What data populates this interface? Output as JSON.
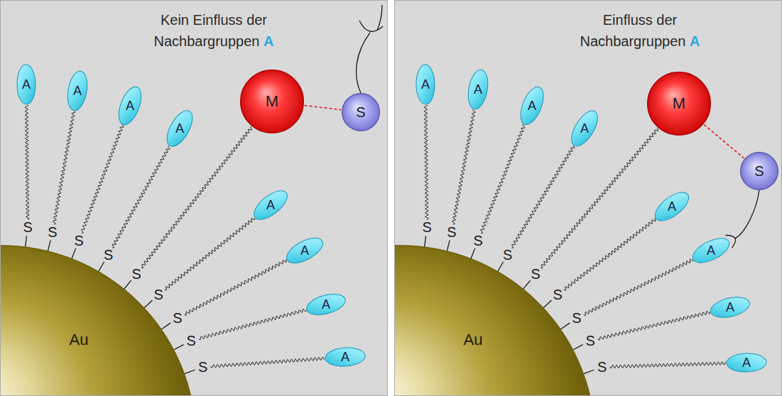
{
  "diagram": {
    "nodes": [
      {
        "text": [
          "Au"
        ]
      },
      {
        "text": [
          "A"
        ]
      },
      {
        "text": [
          "A"
        ]
      },
      {
        "text": [
          "A"
        ]
      },
      {
        "text": [
          "A"
        ]
      },
      {
        "text": [
          "M"
        ]
      },
      {
        "text": [
          "S"
        ]
      },
      {
        "text": [
          "A"
        ]
      },
      {
        "text": [
          "A"
        ]
      },
      {
        "text": [
          "A"
        ]
      },
      {
        "text": [
          "A"
        ]
      },
      {
        "text": [
          "Au"
        ]
      },
      {
        "text": [
          "A"
        ]
      },
      {
        "text": [
          "A"
        ]
      },
      {
        "text": [
          "A"
        ]
      },
      {
        "text": [
          "A"
        ]
      },
      {
        "text": [
          "M"
        ]
      },
      {
        "text": [
          "S"
        ]
      },
      {
        "text": [
          "A"
        ]
      },
      {
        "text": [
          "A"
        ]
      },
      {
        "text": [
          "A"
        ]
      },
      {
        "text": [
          "A"
        ]
      }
    ],
    "edges": [
      {
        "from": 5,
        "to": 6,
        "arrow": "none"
      },
      {
        "from": 16,
        "to": 17,
        "arrow": "none"
      },
      {
        "from": 17,
        "to": 19,
        "arrow": "none"
      }
    ],
    "labels": [
      "Kein Einfluss der Nachbargruppen",
      "A",
      "S",
      "S",
      "S",
      "S",
      "S",
      "S",
      "S",
      "S",
      "S",
      "Einfluss der Nachbargruppen",
      "A",
      "S",
      "S",
      "S",
      "S",
      "S",
      "S",
      "S",
      "S",
      "S"
    ]
  }
}
